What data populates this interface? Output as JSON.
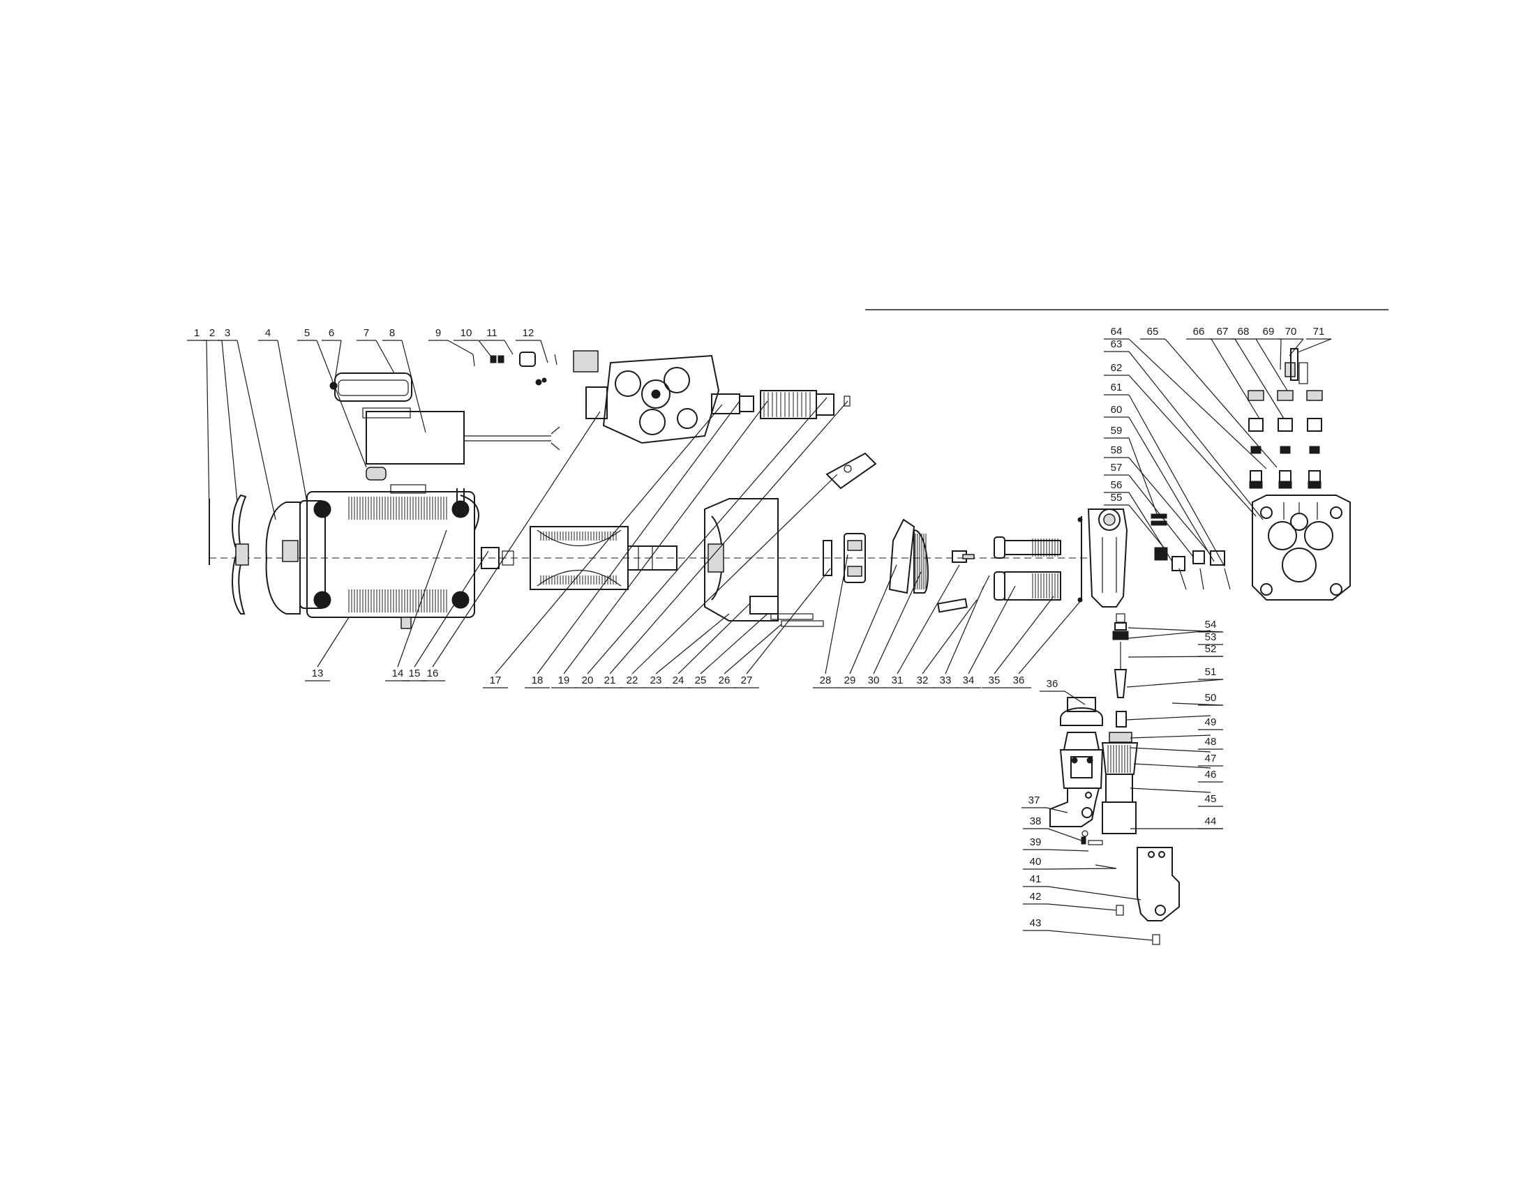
{
  "callouts": [
    {
      "id": "1",
      "label": "1"
    },
    {
      "id": "2",
      "label": "2"
    },
    {
      "id": "3",
      "label": "3"
    },
    {
      "id": "4",
      "label": "4"
    },
    {
      "id": "5",
      "label": "5"
    },
    {
      "id": "6",
      "label": "6"
    },
    {
      "id": "7",
      "label": "7"
    },
    {
      "id": "8",
      "label": "8"
    },
    {
      "id": "9",
      "label": "9"
    },
    {
      "id": "10",
      "label": "10"
    },
    {
      "id": "11",
      "label": "11"
    },
    {
      "id": "12",
      "label": "12"
    },
    {
      "id": "13",
      "label": "13"
    },
    {
      "id": "14",
      "label": "14"
    },
    {
      "id": "15",
      "label": "15"
    },
    {
      "id": "16",
      "label": "16"
    },
    {
      "id": "17",
      "label": "17"
    },
    {
      "id": "18",
      "label": "18"
    },
    {
      "id": "19",
      "label": "19"
    },
    {
      "id": "20",
      "label": "20"
    },
    {
      "id": "21",
      "label": "21"
    },
    {
      "id": "22",
      "label": "22"
    },
    {
      "id": "23",
      "label": "23"
    },
    {
      "id": "24",
      "label": "24"
    },
    {
      "id": "25",
      "label": "25"
    },
    {
      "id": "26",
      "label": "26"
    },
    {
      "id": "27",
      "label": "27"
    },
    {
      "id": "28",
      "label": "28"
    },
    {
      "id": "29",
      "label": "29"
    },
    {
      "id": "30",
      "label": "30"
    },
    {
      "id": "31",
      "label": "31"
    },
    {
      "id": "32",
      "label": "32"
    },
    {
      "id": "33",
      "label": "33"
    },
    {
      "id": "34",
      "label": "34"
    },
    {
      "id": "35",
      "label": "35"
    },
    {
      "id": "36",
      "label": "36"
    },
    {
      "id": "36b",
      "label": "36"
    },
    {
      "id": "37",
      "label": "37"
    },
    {
      "id": "38",
      "label": "38"
    },
    {
      "id": "39",
      "label": "39"
    },
    {
      "id": "40",
      "label": "40"
    },
    {
      "id": "41",
      "label": "41"
    },
    {
      "id": "42",
      "label": "42"
    },
    {
      "id": "43",
      "label": "43"
    },
    {
      "id": "44",
      "label": "44"
    },
    {
      "id": "45",
      "label": "45"
    },
    {
      "id": "46",
      "label": "46"
    },
    {
      "id": "47",
      "label": "47"
    },
    {
      "id": "48",
      "label": "48"
    },
    {
      "id": "49",
      "label": "49"
    },
    {
      "id": "50",
      "label": "50"
    },
    {
      "id": "51",
      "label": "51"
    },
    {
      "id": "52",
      "label": "52"
    },
    {
      "id": "53",
      "label": "53"
    },
    {
      "id": "54",
      "label": "54"
    },
    {
      "id": "55",
      "label": "55"
    },
    {
      "id": "56",
      "label": "56"
    },
    {
      "id": "57",
      "label": "57"
    },
    {
      "id": "58",
      "label": "58"
    },
    {
      "id": "59",
      "label": "59"
    },
    {
      "id": "60",
      "label": "60"
    },
    {
      "id": "61",
      "label": "61"
    },
    {
      "id": "62",
      "label": "62"
    },
    {
      "id": "63",
      "label": "63"
    },
    {
      "id": "64",
      "label": "64"
    },
    {
      "id": "65",
      "label": "65"
    },
    {
      "id": "66",
      "label": "66"
    },
    {
      "id": "67",
      "label": "67"
    },
    {
      "id": "68",
      "label": "68"
    },
    {
      "id": "69",
      "label": "69"
    },
    {
      "id": "70",
      "label": "70"
    },
    {
      "id": "71",
      "label": "71"
    }
  ]
}
